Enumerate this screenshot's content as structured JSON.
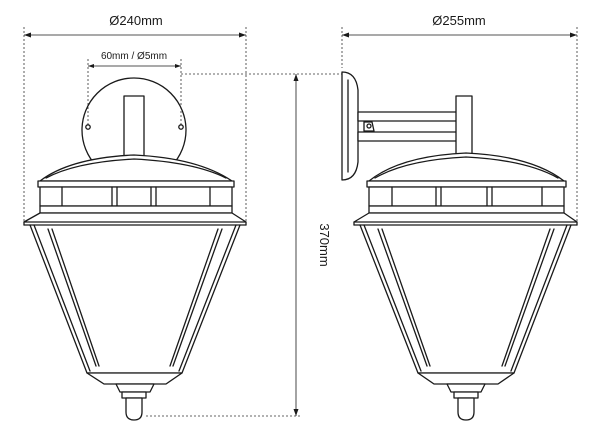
{
  "dimensions": {
    "front_width": "Ø240mm",
    "side_width": "Ø255mm",
    "mount_spacing": "60mm / Ø5mm",
    "height": "370mm"
  },
  "colors": {
    "line": "#1a1a1a",
    "background": "#ffffff"
  }
}
